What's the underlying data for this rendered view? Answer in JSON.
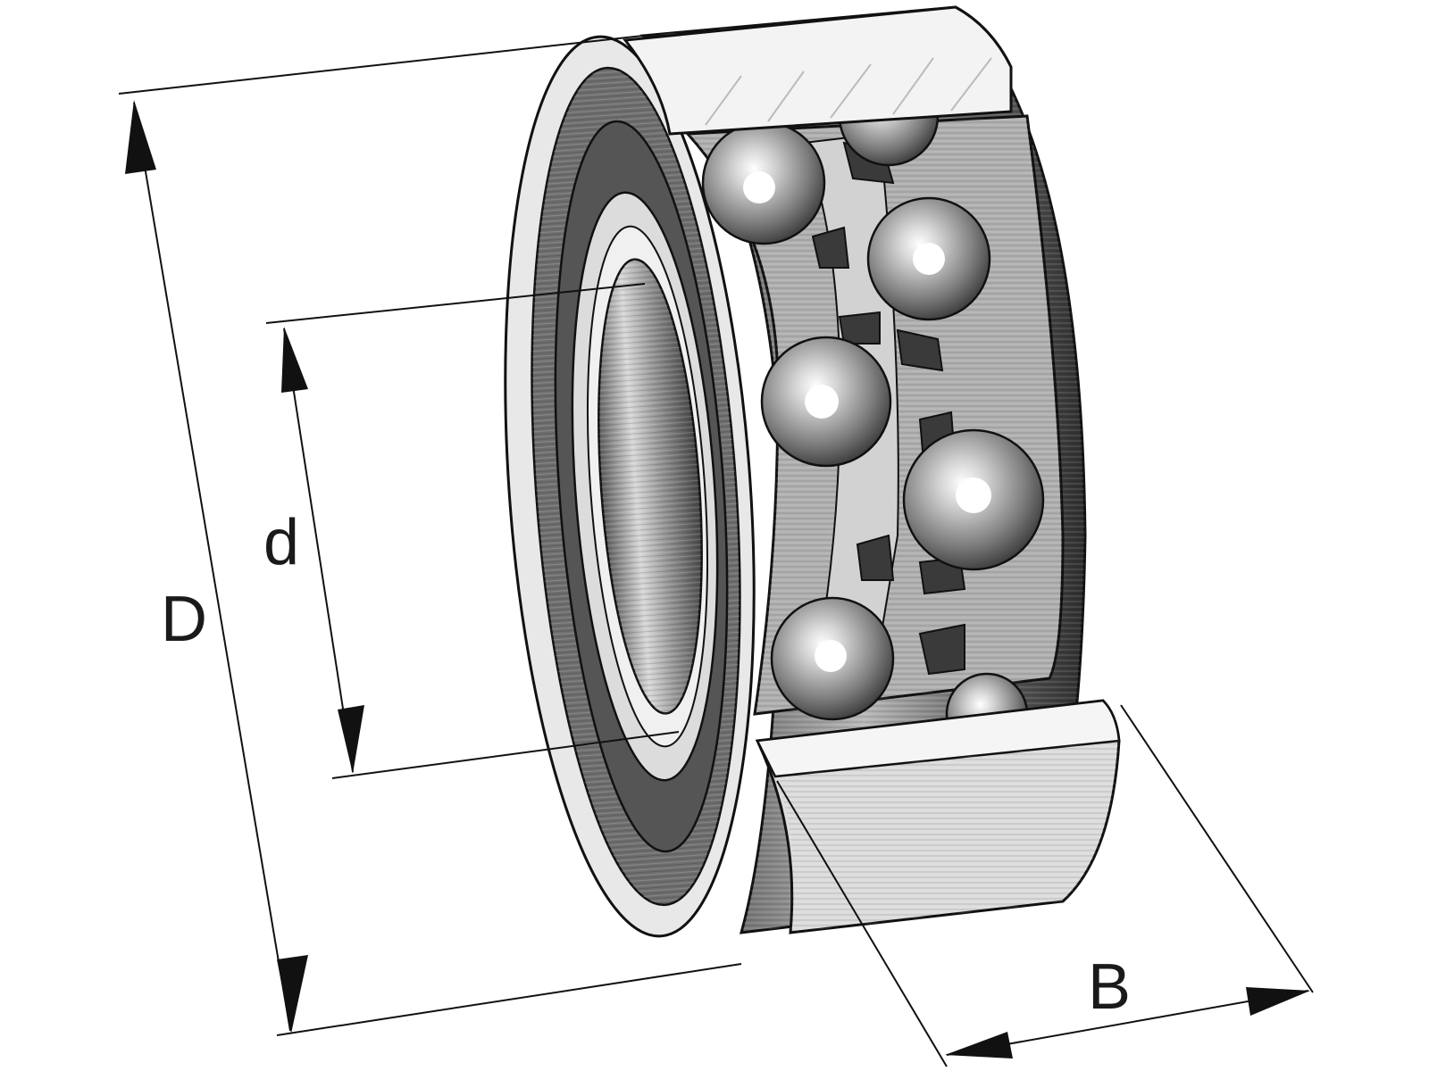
{
  "diagram": {
    "labels": {
      "outer_diameter": "D",
      "bore_diameter": "d",
      "width": "B"
    }
  },
  "colors": {
    "line": "#111111",
    "face_light": "#e6e6e6",
    "steel_dark": "#4a4a4a",
    "steel_mid": "#8a8a8a",
    "steel_light": "#c8c8c8",
    "cut_face": "#f2f2f2"
  }
}
